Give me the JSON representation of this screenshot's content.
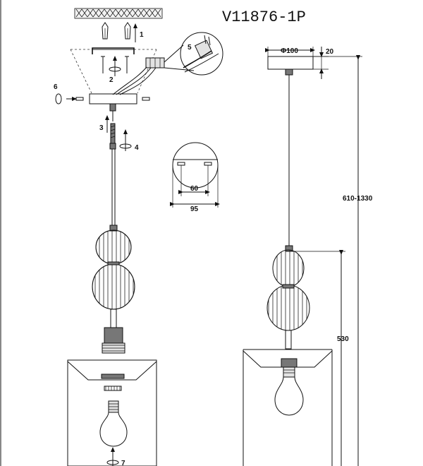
{
  "title": "V11876-1P",
  "steps": [
    "1",
    "2",
    "3",
    "4",
    "5",
    "6",
    "7"
  ],
  "dimensions": {
    "canopy_diameter": "Φ100",
    "canopy_height": "20",
    "total_height": "610-1330",
    "body_height": "530",
    "bracket_inner": "60",
    "bracket_outer": "95"
  }
}
